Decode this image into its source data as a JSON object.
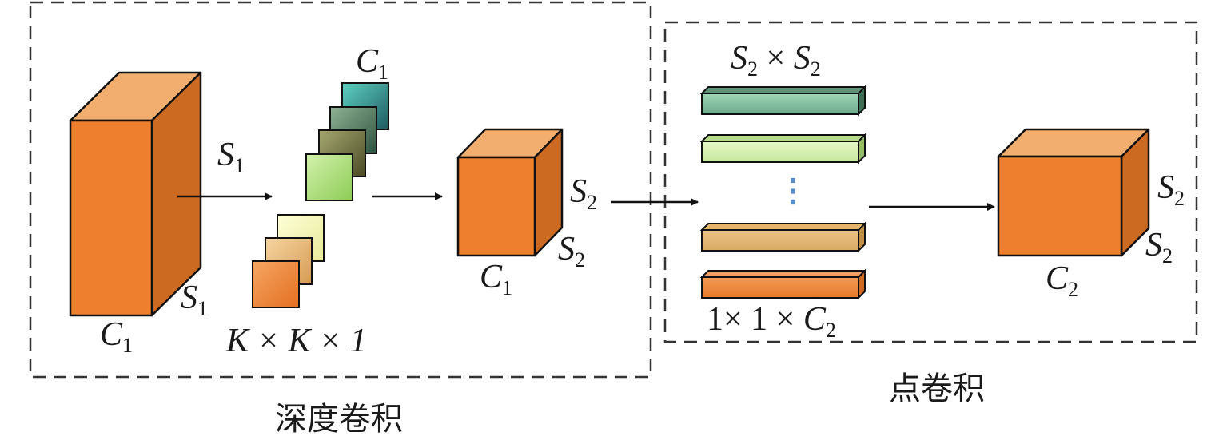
{
  "depthwise": {
    "caption": "深度卷积",
    "input": {
      "channels": "C",
      "channels_sub": "1",
      "size": "S",
      "size_sub": "1"
    },
    "kernel_stack_top_label": {
      "main": "C",
      "sub": "1"
    },
    "kernel_label": "K × K × 1",
    "arrow_label": {
      "main": "S",
      "sub": "1"
    },
    "output": {
      "channels": "C",
      "channels_sub": "1",
      "height": "S",
      "height_sub": "2",
      "width": "S",
      "width_sub": "2"
    }
  },
  "pointwise": {
    "caption": "点卷积",
    "feature_label": {
      "a": "S",
      "a_sub": "2",
      "times": "×",
      "b": "S",
      "b_sub": "2"
    },
    "ellipsis": "⋮",
    "filter_label": {
      "prefix": "1× 1 × ",
      "main": "C",
      "sub": "2"
    },
    "output": {
      "channels": "C",
      "channels_sub": "2",
      "height": "S",
      "height_sub": "2",
      "width": "S",
      "width_sub": "2"
    }
  },
  "colors": {
    "cube_front": "#ee7f2e",
    "cube_top": "#f2ae6e",
    "cube_side": "#cc6a22",
    "dash": "#333333",
    "ellipsis": "#5b8ec9"
  }
}
